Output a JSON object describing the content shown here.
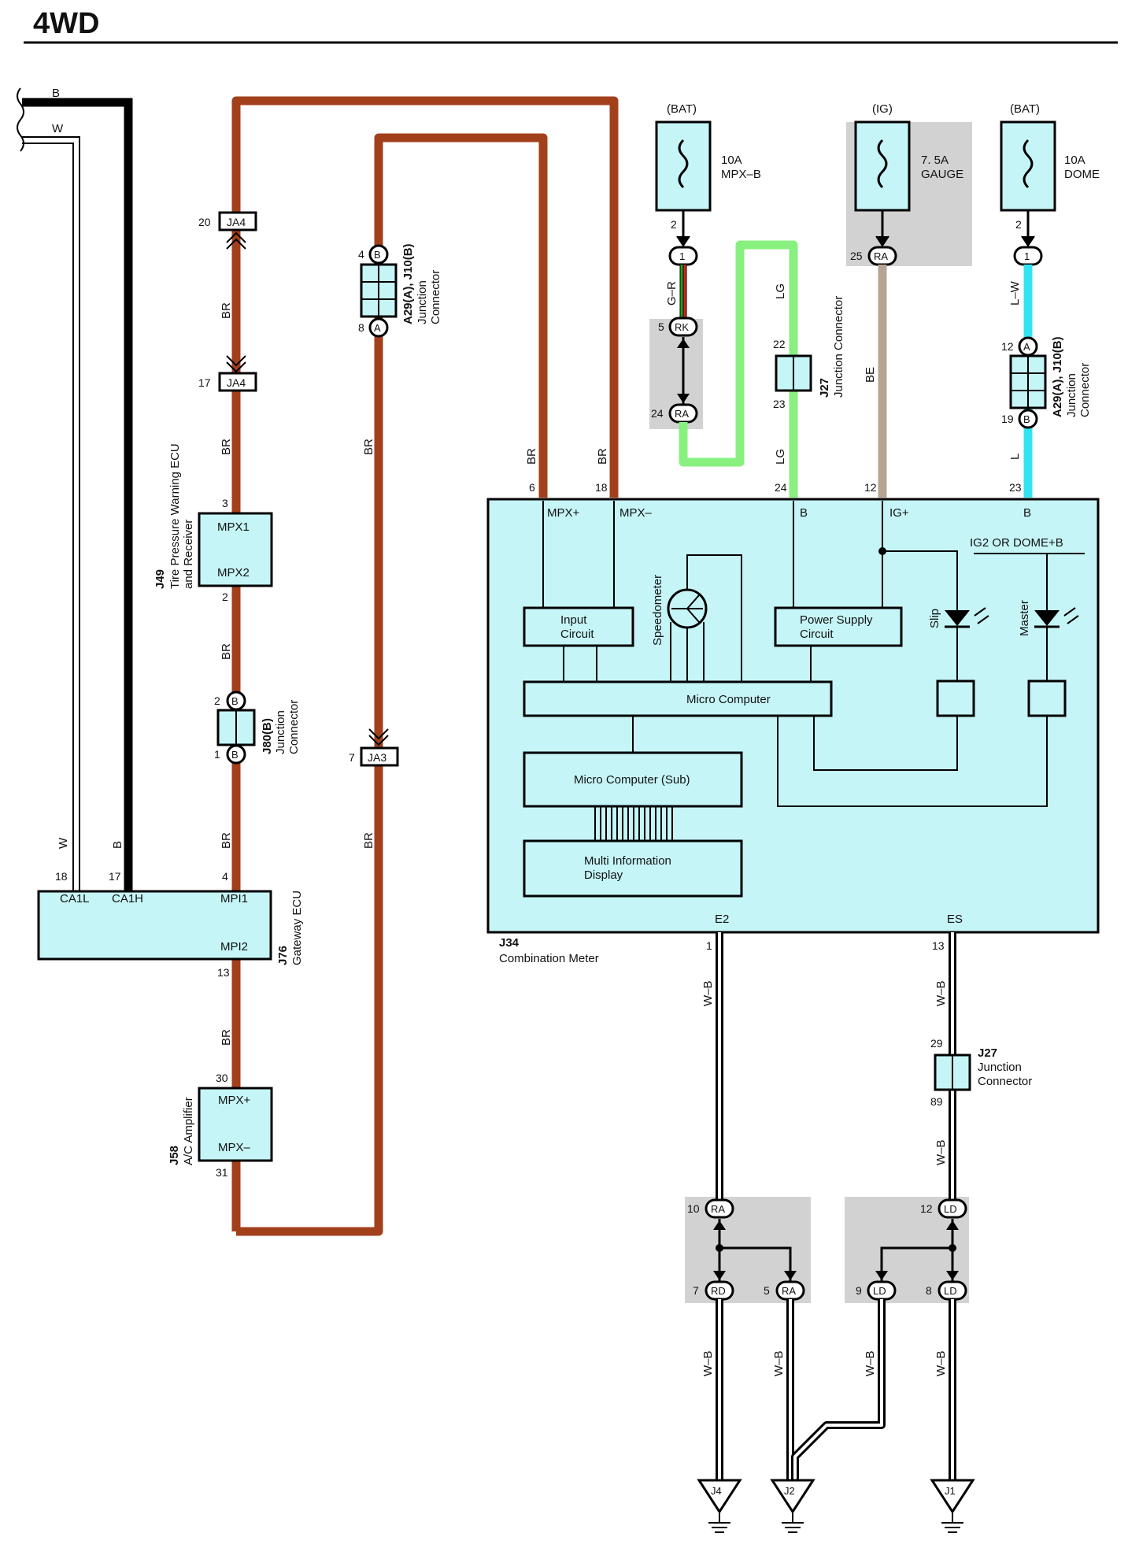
{
  "title": "4WD",
  "colors": {
    "brown": "#a2401c",
    "black": "#000000",
    "white_wire": "#ffffff",
    "light_green": "#88f07e",
    "beige": "#b8a493",
    "light_blue": "#33e4f0",
    "panel": "#c6f5f7",
    "shade": "#d2d2d2"
  },
  "wire_codes": {
    "b": "B",
    "w": "W",
    "br": "BR",
    "gr": "G–R",
    "lg": "LG",
    "be": "BE",
    "lw": "L–W",
    "l": "L",
    "wb": "W–B"
  },
  "fuses": {
    "mpxb": {
      "source": "(BAT)",
      "rating": "10A",
      "name": "MPX–B",
      "pin": "2",
      "conn": "1"
    },
    "gauge": {
      "source": "(IG)",
      "rating": "7. 5A",
      "name": "GAUGE",
      "pin": "25",
      "conn": "RA"
    },
    "dome": {
      "source": "(BAT)",
      "rating": "10A",
      "name": "DOME",
      "pin": "2",
      "conn": "1"
    }
  },
  "connectors": {
    "ja4_top": {
      "pin": "20",
      "name": "JA4"
    },
    "ja4_bottom": {
      "pin": "17",
      "name": "JA4"
    },
    "ja3": {
      "pin": "7",
      "name": "JA3"
    },
    "a29_left": {
      "pin_top": "4",
      "letter_top": "B",
      "pin_bottom": "8",
      "letter_bottom": "A",
      "id": "A29(A), J10(B)",
      "desc1": "Junction",
      "desc2": "Connector"
    },
    "a29_right": {
      "pin_top": "12",
      "letter_top": "A",
      "pin_bottom": "19",
      "letter_bottom": "B",
      "id": "A29(A), J10(B)",
      "desc1": "Junction",
      "desc2": "Connector"
    },
    "j80": {
      "pin_top": "2",
      "letter_top": "B",
      "pin_bottom": "1",
      "letter_bottom": "B",
      "id": "J80(B)",
      "desc1": "Junction",
      "desc2": "Connector"
    },
    "j27_top": {
      "pin_top": "22",
      "pin_bottom": "23",
      "id": "J27",
      "desc": "Junction Connector"
    },
    "j27_bottom": {
      "pin_top": "29",
      "pin_bottom": "89",
      "id": "J27",
      "desc1": "Junction",
      "desc2": "Connector"
    },
    "rk": {
      "pin": "5",
      "name": "RK"
    },
    "ra24": {
      "pin": "24",
      "name": "RA"
    }
  },
  "ecus": {
    "j49": {
      "id": "J49",
      "desc1": "Tire Pressure Warning ECU",
      "desc2": "and Receiver",
      "t1": "MPX1",
      "t2": "MPX2",
      "pin_top": "3",
      "pin_bottom": "2"
    },
    "j76": {
      "id": "J76",
      "desc": "Gateway ECU",
      "ca1l": "CA1L",
      "ca1h": "CA1H",
      "mpi1": "MPI1",
      "mpi2": "MPI2",
      "pin18": "18",
      "pin17": "17",
      "pin4": "4",
      "pin13": "13"
    },
    "j58": {
      "id": "J58",
      "desc": "A/C Amplifier",
      "t1": "MPX+",
      "t2": "MPX–",
      "pin_top": "30",
      "pin_bottom": "31"
    }
  },
  "meter": {
    "id": "J34",
    "desc": "Combination Meter",
    "pins": {
      "p6": "6",
      "p18": "18",
      "p24": "24",
      "p12": "12",
      "p23": "23",
      "p1": "1",
      "p13": "13"
    },
    "terms": {
      "mpxp": "MPX+",
      "mpxm": "MPX–",
      "b1": "B",
      "igp": "IG+",
      "b2": "B",
      "e2": "E2",
      "es": "ES"
    },
    "ig2": "IG2 OR DOME+B",
    "input1": "Input",
    "input2": "Circuit",
    "speedometer": "Speedometer",
    "power1": "Power Supply",
    "power2": "Circuit",
    "slip": "Slip",
    "master": "Master",
    "micro": "Micro Computer",
    "micro_sub": "Micro Computer (Sub)",
    "mid1": "Multi Information",
    "mid2": "Display"
  },
  "splices": {
    "ra10": {
      "pin": "10",
      "name": "RA"
    },
    "rd7": {
      "pin": "7",
      "name": "RD"
    },
    "ra5": {
      "pin": "5",
      "name": "RA"
    },
    "ld12": {
      "pin": "12",
      "name": "LD"
    },
    "ld9": {
      "pin": "9",
      "name": "LD"
    },
    "ld8": {
      "pin": "8",
      "name": "LD"
    }
  },
  "grounds": {
    "j4": "J4",
    "j2": "J2",
    "j1": "J1"
  }
}
